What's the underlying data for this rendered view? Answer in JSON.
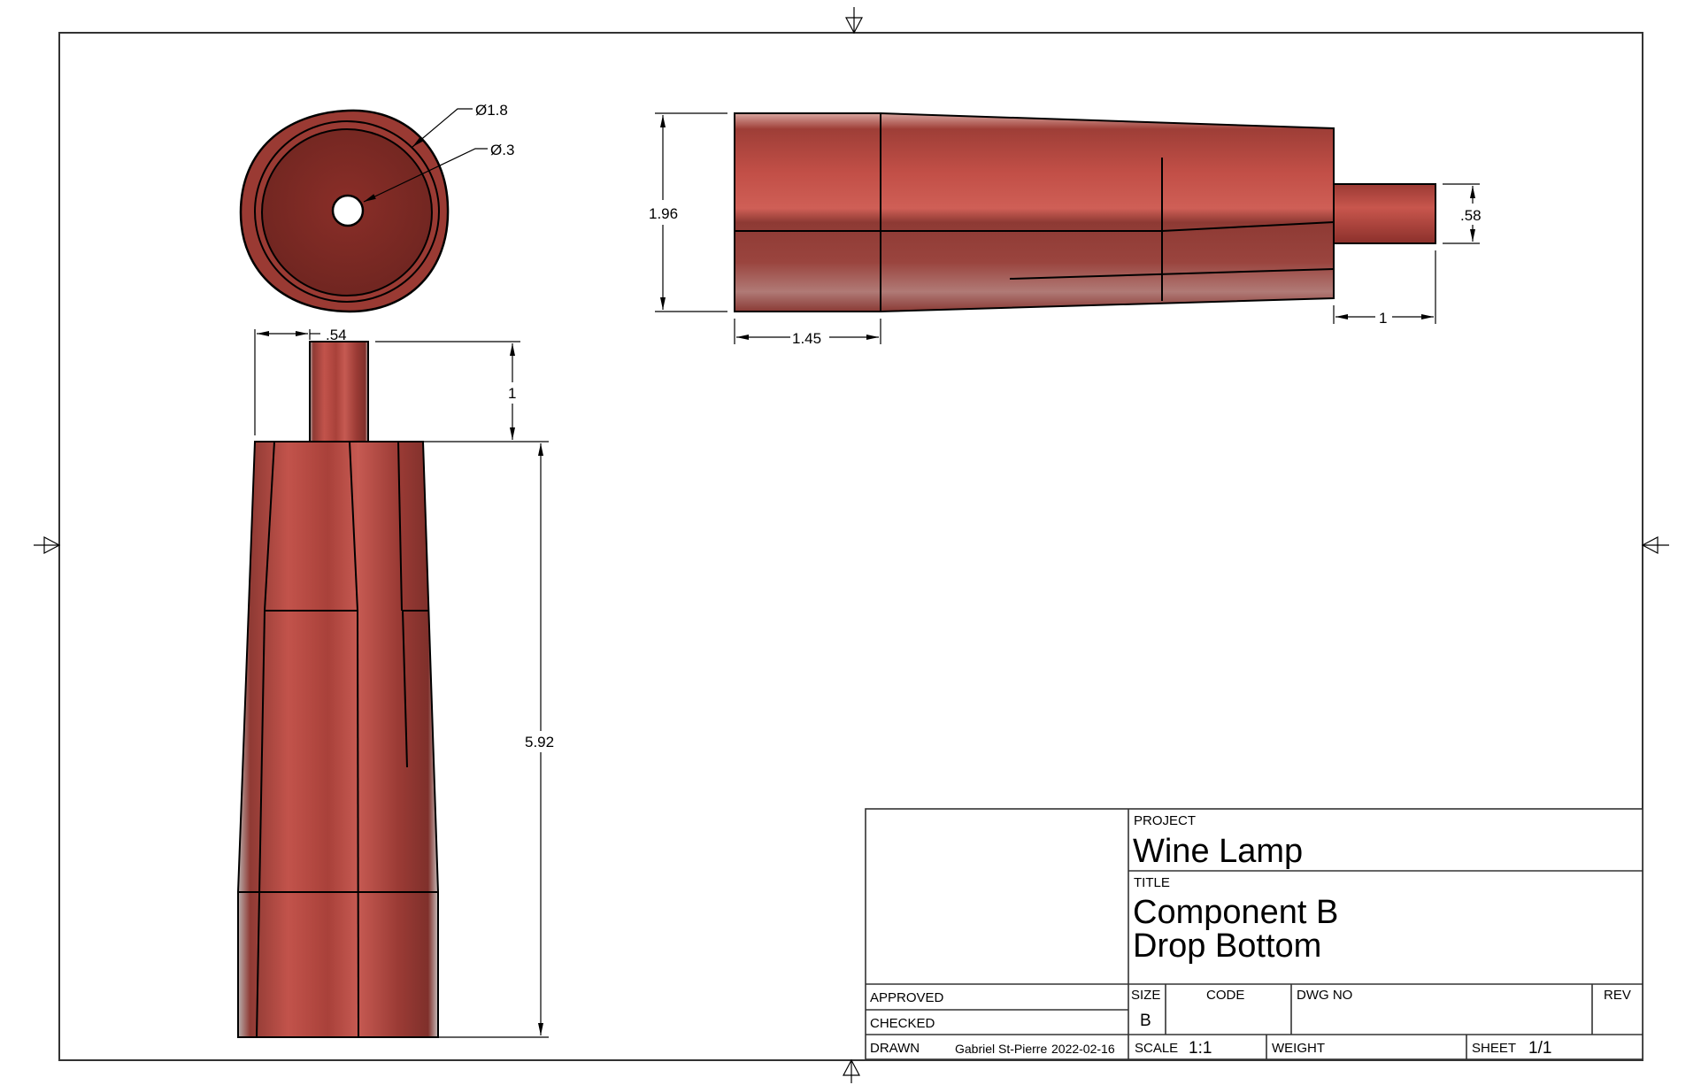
{
  "sheet": {
    "border_color": "#333333",
    "background": "#ffffff"
  },
  "material": {
    "color_light": "#c9574f",
    "color_mid": "#a63c35",
    "color_dark": "#7a2a26",
    "outline": "#111111"
  },
  "views": {
    "top_view": {
      "outer_diameter_label": "Ø1.8",
      "hole_diameter_label": "Ø.3"
    },
    "front_view": {
      "pin_width_label": ".54",
      "pin_height_label": "1",
      "body_height_label": "5.92"
    },
    "side_view": {
      "body_height_label": "1.96",
      "base_length_label": "1.45",
      "pin_diameter_label": ".58",
      "pin_length_label": "1"
    }
  },
  "title_block": {
    "project_label": "PROJECT",
    "project_value": "Wine Lamp",
    "title_label": "TITLE",
    "title_line1": "Component B",
    "title_line2": "Drop Bottom",
    "approved_label": "APPROVED",
    "checked_label": "CHECKED",
    "drawn_label": "DRAWN",
    "drawn_by": "Gabriel St-Pierre",
    "drawn_date": "2022-02-16",
    "size_label": "SIZE",
    "size_value": "B",
    "code_label": "CODE",
    "dwg_no_label": "DWG NO",
    "rev_label": "REV",
    "scale_label": "SCALE",
    "scale_value": "1:1",
    "weight_label": "WEIGHT",
    "sheet_label": "SHEET",
    "sheet_value": "1/1"
  }
}
